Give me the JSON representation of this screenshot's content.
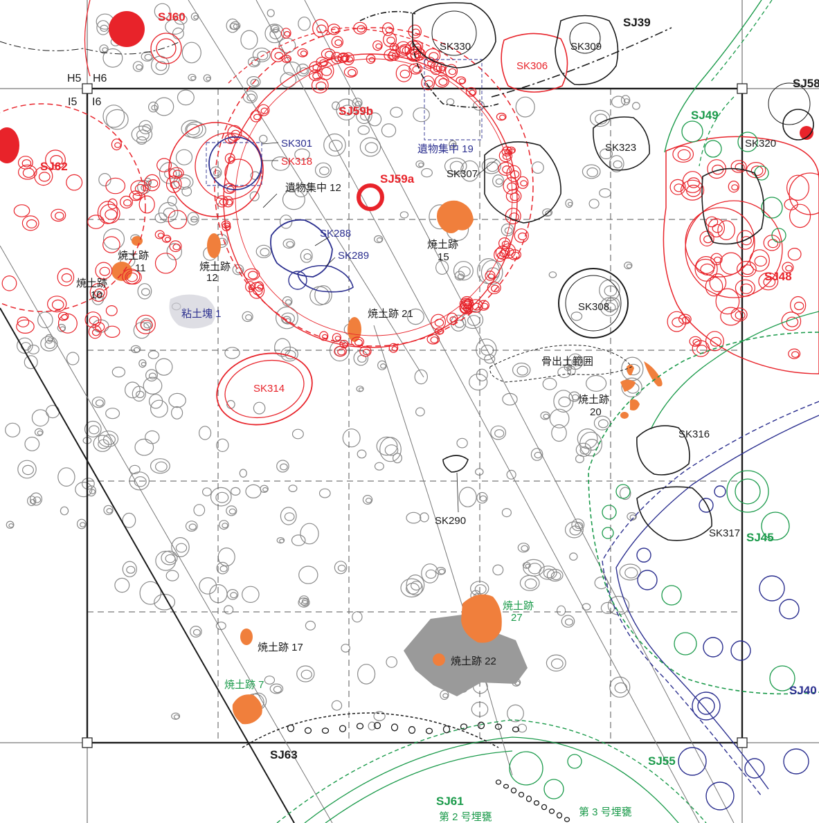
{
  "colors": {
    "red": "#e8232a",
    "green": "#1a9a4a",
    "navy": "#2b2f8f",
    "black": "#1a1a1a",
    "grey": "#8a8a8a",
    "burnt": "#f07f3c",
    "shade": "#9a9a9a"
  },
  "grid_labels": {
    "h5": "H5",
    "h6": "H6",
    "i5": "I5",
    "i6": "I6"
  },
  "dwellings": {
    "sj60": "SJ60",
    "sj39": "SJ39",
    "sj58": "SJ58",
    "sj59b": "SJ59b",
    "sj59a": "SJ59a",
    "sj62": "SJ62",
    "sj49": "SJ49",
    "sj48": "SJ48",
    "sj45": "SJ45",
    "sj40": "SJ40",
    "sj63": "SJ63",
    "sj55": "SJ55",
    "sj61": "SJ61"
  },
  "pits": {
    "sk330": "SK330",
    "sk309": "SK309",
    "sk306": "SK306",
    "sk301": "SK301",
    "sk318": "SK318",
    "sk307": "SK307",
    "sk323": "SK323",
    "sk320": "SK320",
    "sk288": "SK288",
    "sk289": "SK289",
    "sk308": "SK308",
    "sk314": "SK314",
    "sk316": "SK316",
    "sk290": "SK290",
    "sk317": "SK317"
  },
  "features": {
    "ibutsu19": "遺物集中 19",
    "ibutsu12": "遺物集中 12",
    "yakido11_a": "焼土跡",
    "yakido11_b": "11",
    "yakido10_a": "焼土跡",
    "yakido10_b": "10",
    "yakido12_a": "焼土跡",
    "yakido12_b": "12",
    "yakido15_a": "焼土跡",
    "yakido15_b": "15",
    "nendo1": "粘土塊 1",
    "yakido21": "焼土跡 21",
    "kotsu": "骨出土範囲",
    "yakido20_a": "焼土跡",
    "yakido20_b": "20",
    "yakido27_a": "焼土跡",
    "yakido27_b": "27",
    "yakido17": "焼土跡 17",
    "yakido22": "焼土跡 22",
    "yakido7": "焼土跡 7",
    "maigama2": "第 2 号埋甕",
    "maigama3": "第 3 号埋甕"
  }
}
